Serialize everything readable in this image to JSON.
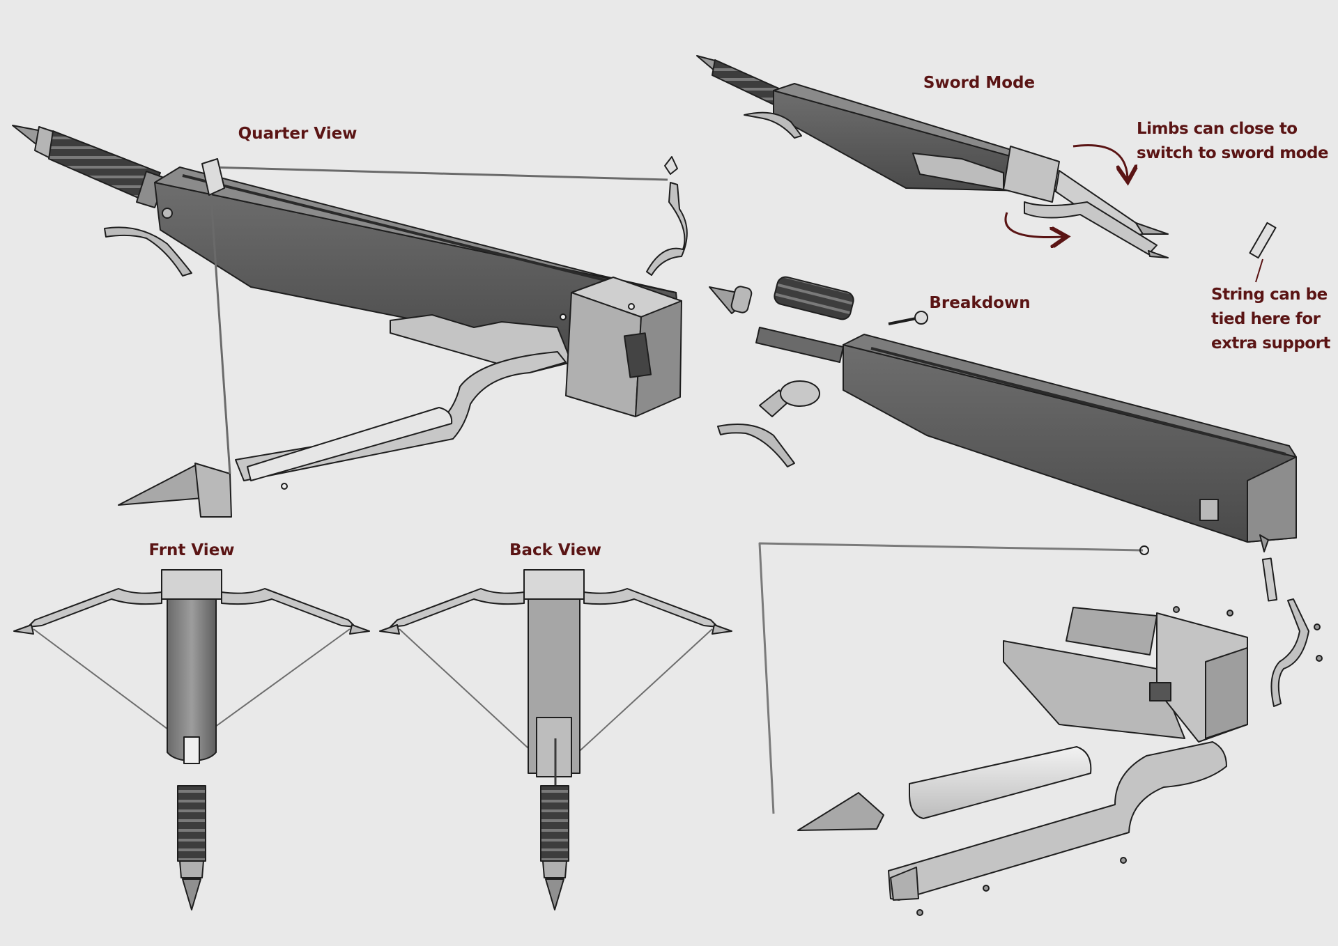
{
  "labels": {
    "quarter_view": "Quarter View",
    "front_view": "Frnt View",
    "back_view": "Back View",
    "sword_mode": "Sword Mode",
    "breakdown": "Breakdown"
  },
  "notes": {
    "limbs": [
      "Limbs can close to",
      "switch to sword mode"
    ],
    "string": [
      "String can be",
      "tied here for",
      "extra support"
    ]
  },
  "colors": {
    "background": "#e9e9e9",
    "label_text": "#5a1414",
    "annotation_arrow": "#5a1414",
    "metal_light": "#d2d2d2",
    "metal_mid": "#9b9b9b",
    "metal_dark": "#585858",
    "outline": "#1e1e1e"
  }
}
